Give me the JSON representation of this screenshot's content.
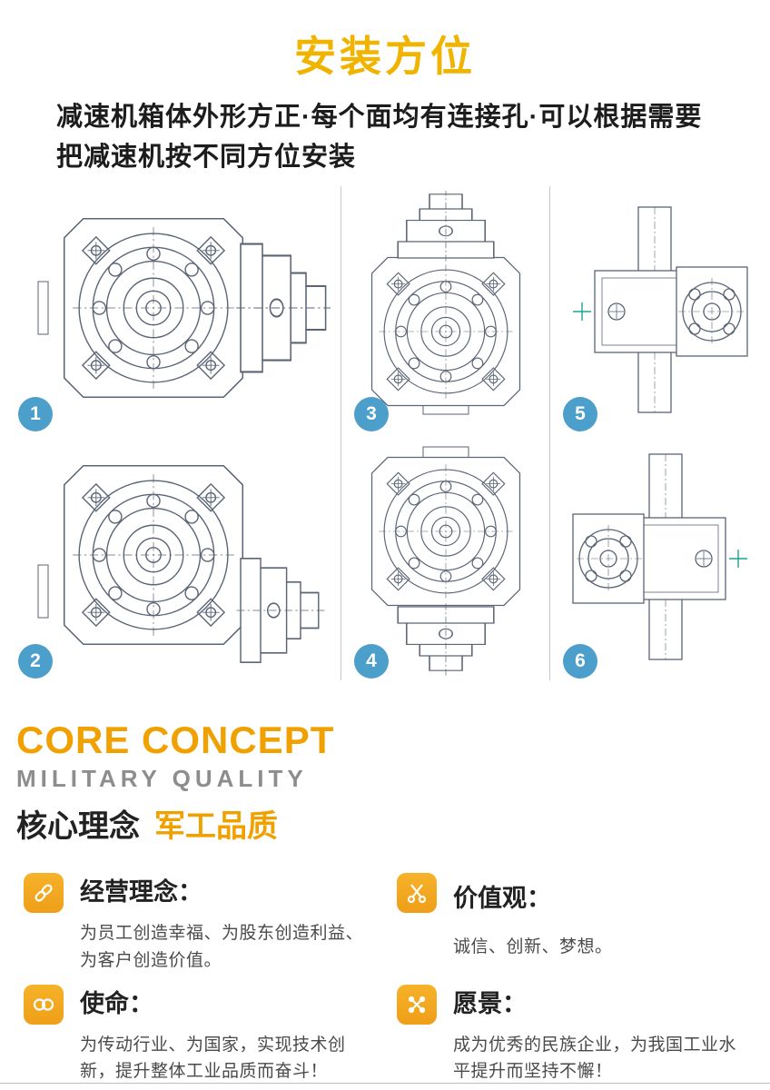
{
  "header": {
    "title": "安装方位",
    "description": "减速机箱体外形方正·每个面均有连接孔·可以根据需要把减速机按不同方位安装"
  },
  "diagram": {
    "badges": [
      "1",
      "2",
      "3",
      "4",
      "5",
      "6"
    ]
  },
  "concept": {
    "title_en": "CORE CONCEPT",
    "subtitle_en": "MILITARY QUALITY",
    "title_zh": "核心理念",
    "highlight_zh": "军工品质"
  },
  "values": [
    {
      "icon": "chain-link-icon",
      "title": "经营理念：",
      "desc": "为员工创造幸福、为股东创造利益、为客户创造价值。"
    },
    {
      "icon": "scissors-icon",
      "title": "价值观：",
      "desc": "诚信、创新、梦想。"
    },
    {
      "icon": "infinity-rings-icon",
      "title": "使命：",
      "desc": "为传动行业、为国家，实现技术创新，提升整体工业品质而奋斗！"
    },
    {
      "icon": "crossed-tools-icon",
      "title": "愿景：",
      "desc": "成为优秀的民族企业，为我国工业水平提升而坚持不懈！"
    }
  ],
  "colors": {
    "accent_gold": "#f0b400",
    "accent_orange": "#f0a100",
    "badge_blue": "#4d9fcb",
    "icon_orange": "#f2a51f"
  }
}
